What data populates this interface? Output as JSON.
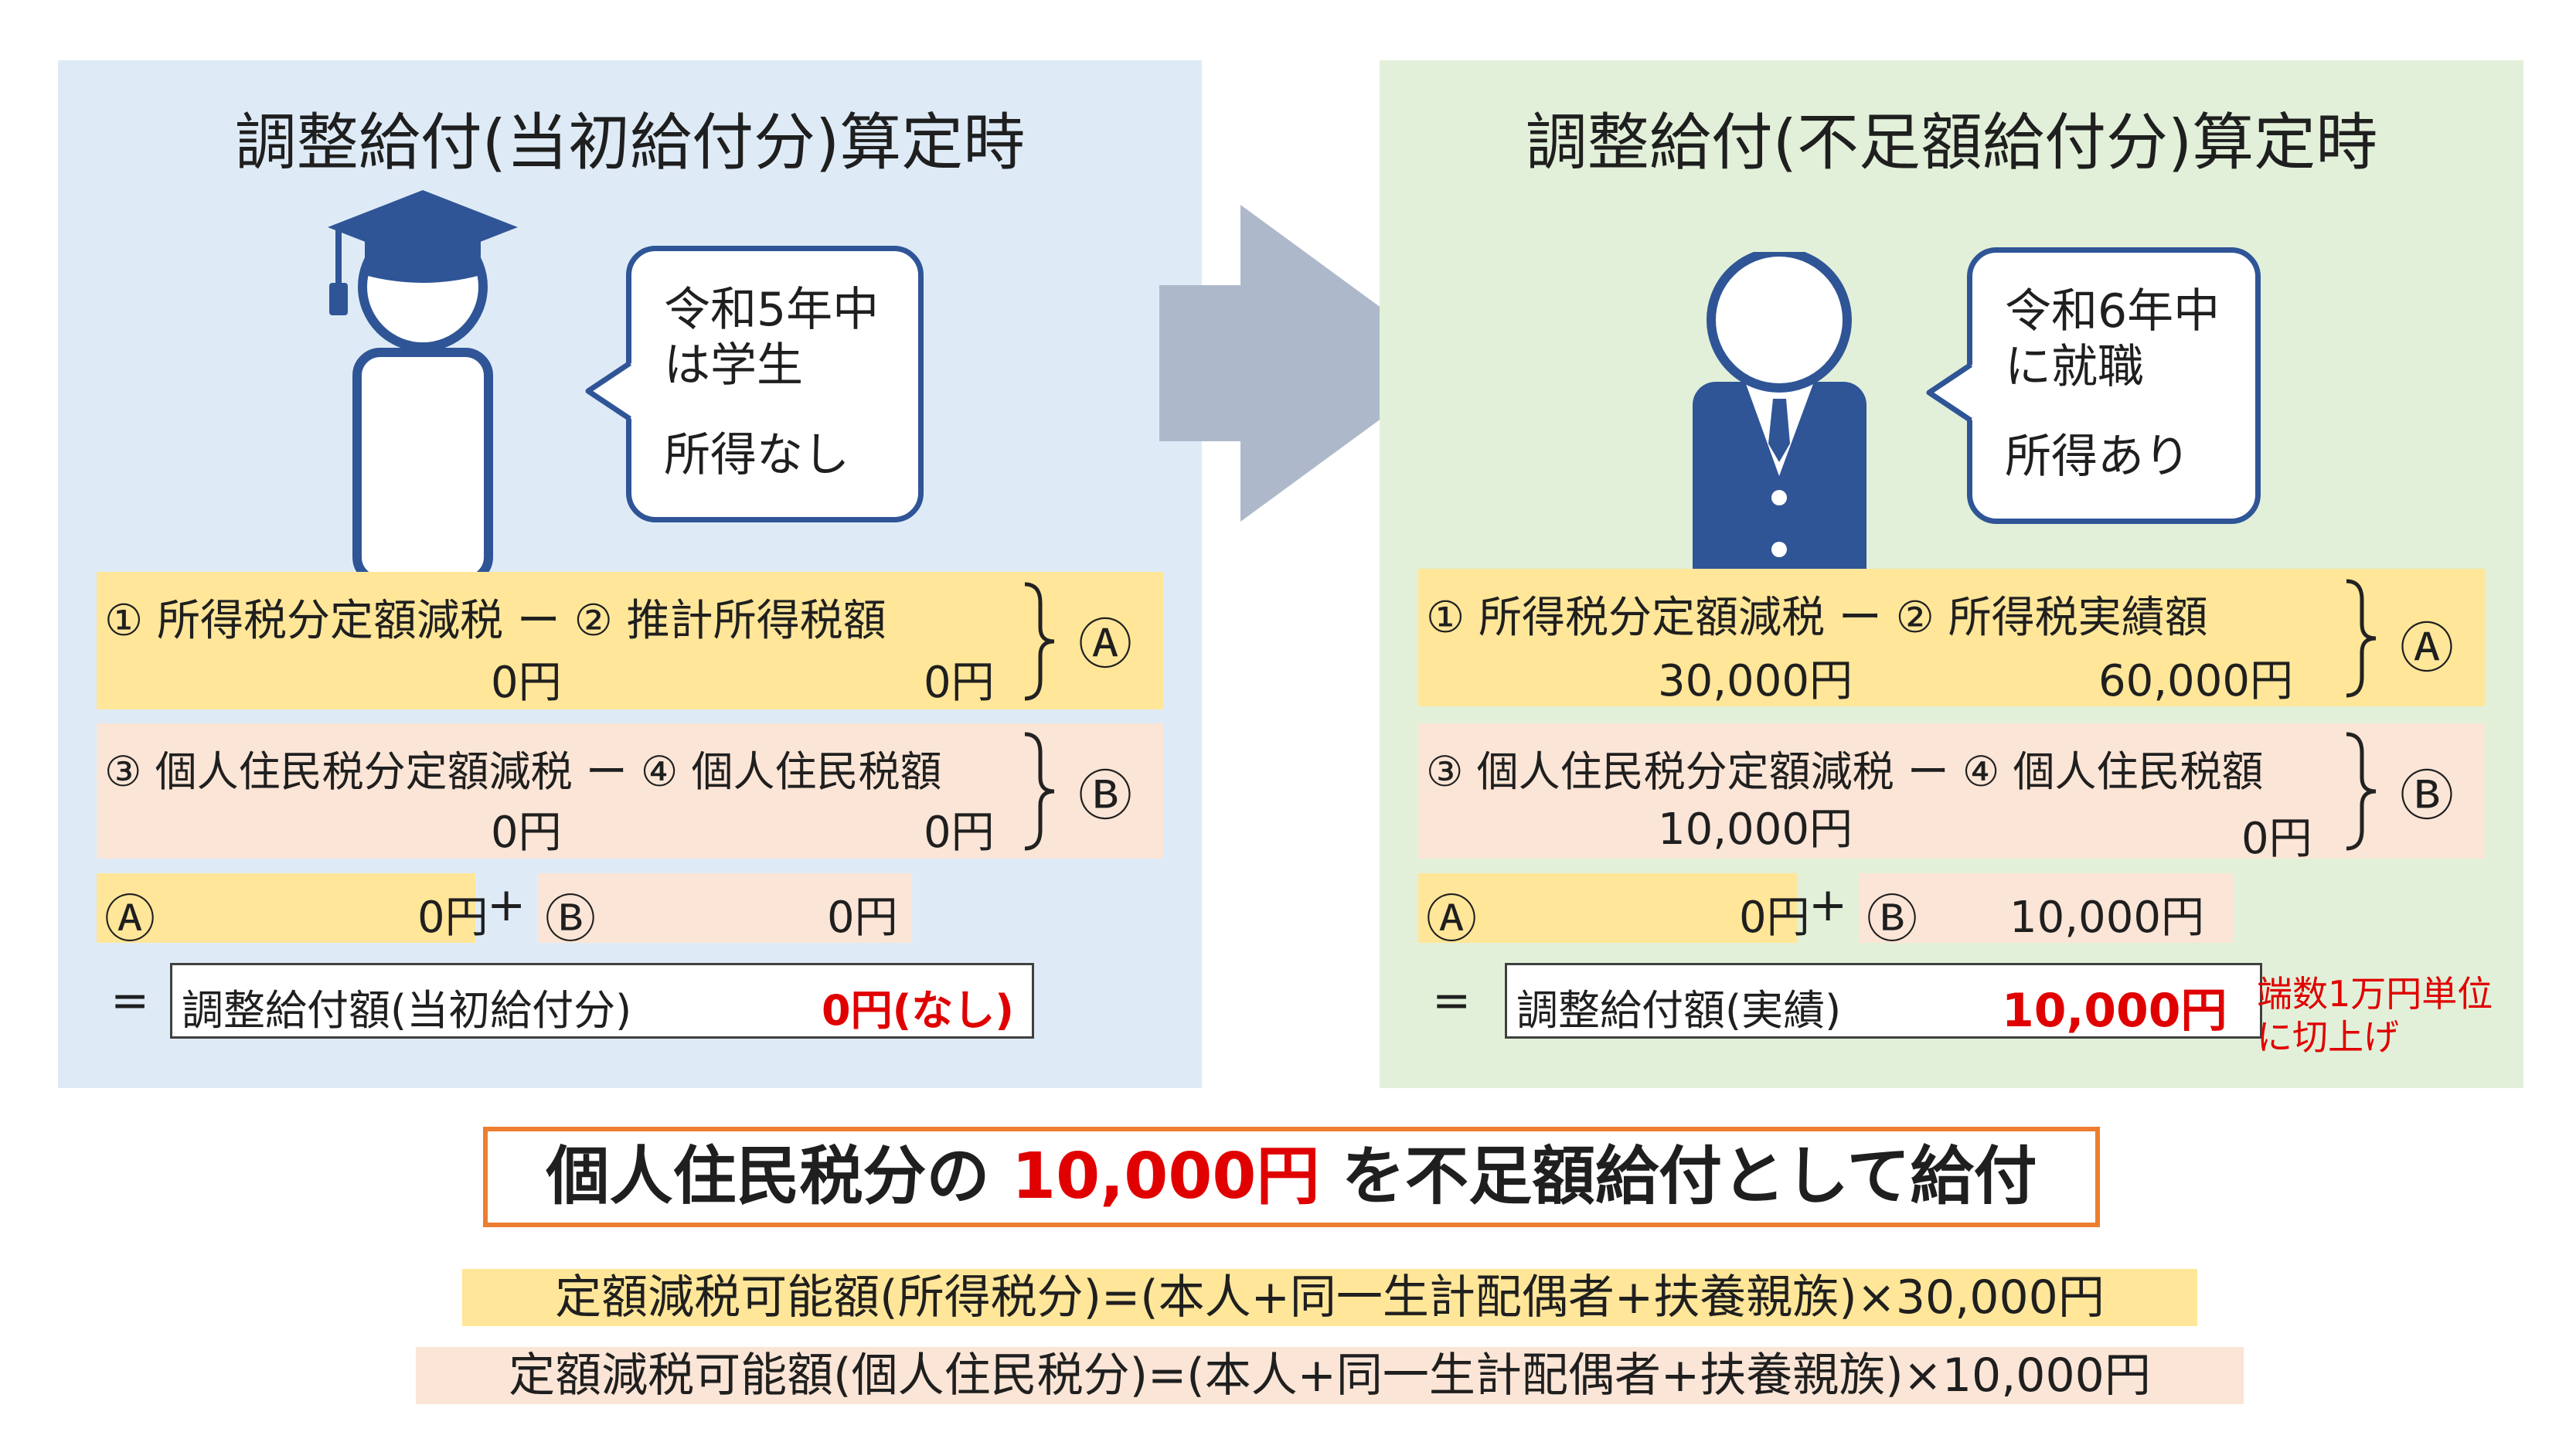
{
  "left": {
    "title": "調整給付(当初給付分)算定時",
    "bubble": {
      "line1": "令和5年中",
      "line2": "は学生",
      "line3": "所得なし"
    },
    "row1": {
      "label": "① 所得税分定額減税 ー ② 推計所得税額",
      "v1": "0円",
      "v2": "0円",
      "symbol": "Ⓐ"
    },
    "row2": {
      "label": "③ 個人住民税分定額減税 ー ④ 個人住民税額",
      "v1": "0円",
      "v2": "0円",
      "symbol": "Ⓑ"
    },
    "sum": {
      "a": "Ⓐ",
      "a_val": "0円",
      "plus": "+",
      "b": "Ⓑ",
      "b_val": "0円"
    },
    "result": {
      "eq": "=",
      "label": "調整給付額(当初給付分)",
      "value": "0円(なし)"
    }
  },
  "right": {
    "title": "調整給付(不足額給付分)算定時",
    "bubble": {
      "line1": "令和6年中",
      "line2": "に就職",
      "line3": "所得あり"
    },
    "row1": {
      "label": "① 所得税分定額減税 ー ② 所得税実績額",
      "v1": "30,000円",
      "v2": "60,000円",
      "symbol": "Ⓐ"
    },
    "row2": {
      "label": "③ 個人住民税分定額減税 ー ④ 個人住民税額",
      "v1": "10,000円",
      "v2": "0円",
      "symbol": "Ⓑ"
    },
    "sum": {
      "a": "Ⓐ",
      "a_val": "0円",
      "plus": "+",
      "b": "Ⓑ",
      "b_val": "10,000円"
    },
    "result": {
      "eq": "=",
      "label": "調整給付額(実績)",
      "value": "10,000円"
    },
    "note": {
      "line1": "端数1万円単位",
      "line2": "に切上げ"
    }
  },
  "banner": {
    "before": "個人住民税分の ",
    "amount": "10,000円",
    "after": " を不足額給付として給付"
  },
  "formulas": {
    "income_tax": "定額減税可能額(所得税分)=(本人+同一生計配偶者+扶養親族)×30,000円",
    "resident_tax": "定額減税可能額(個人住民税分)=(本人+同一生計配偶者+扶養親族)×10,000円"
  },
  "colors": {
    "accent_red": "#e00000",
    "navy": "#2f5597",
    "orange": "#ed7d31",
    "yellow": "#ffe699",
    "pink": "#fbe5d6",
    "arrow": "#adb9ca"
  }
}
